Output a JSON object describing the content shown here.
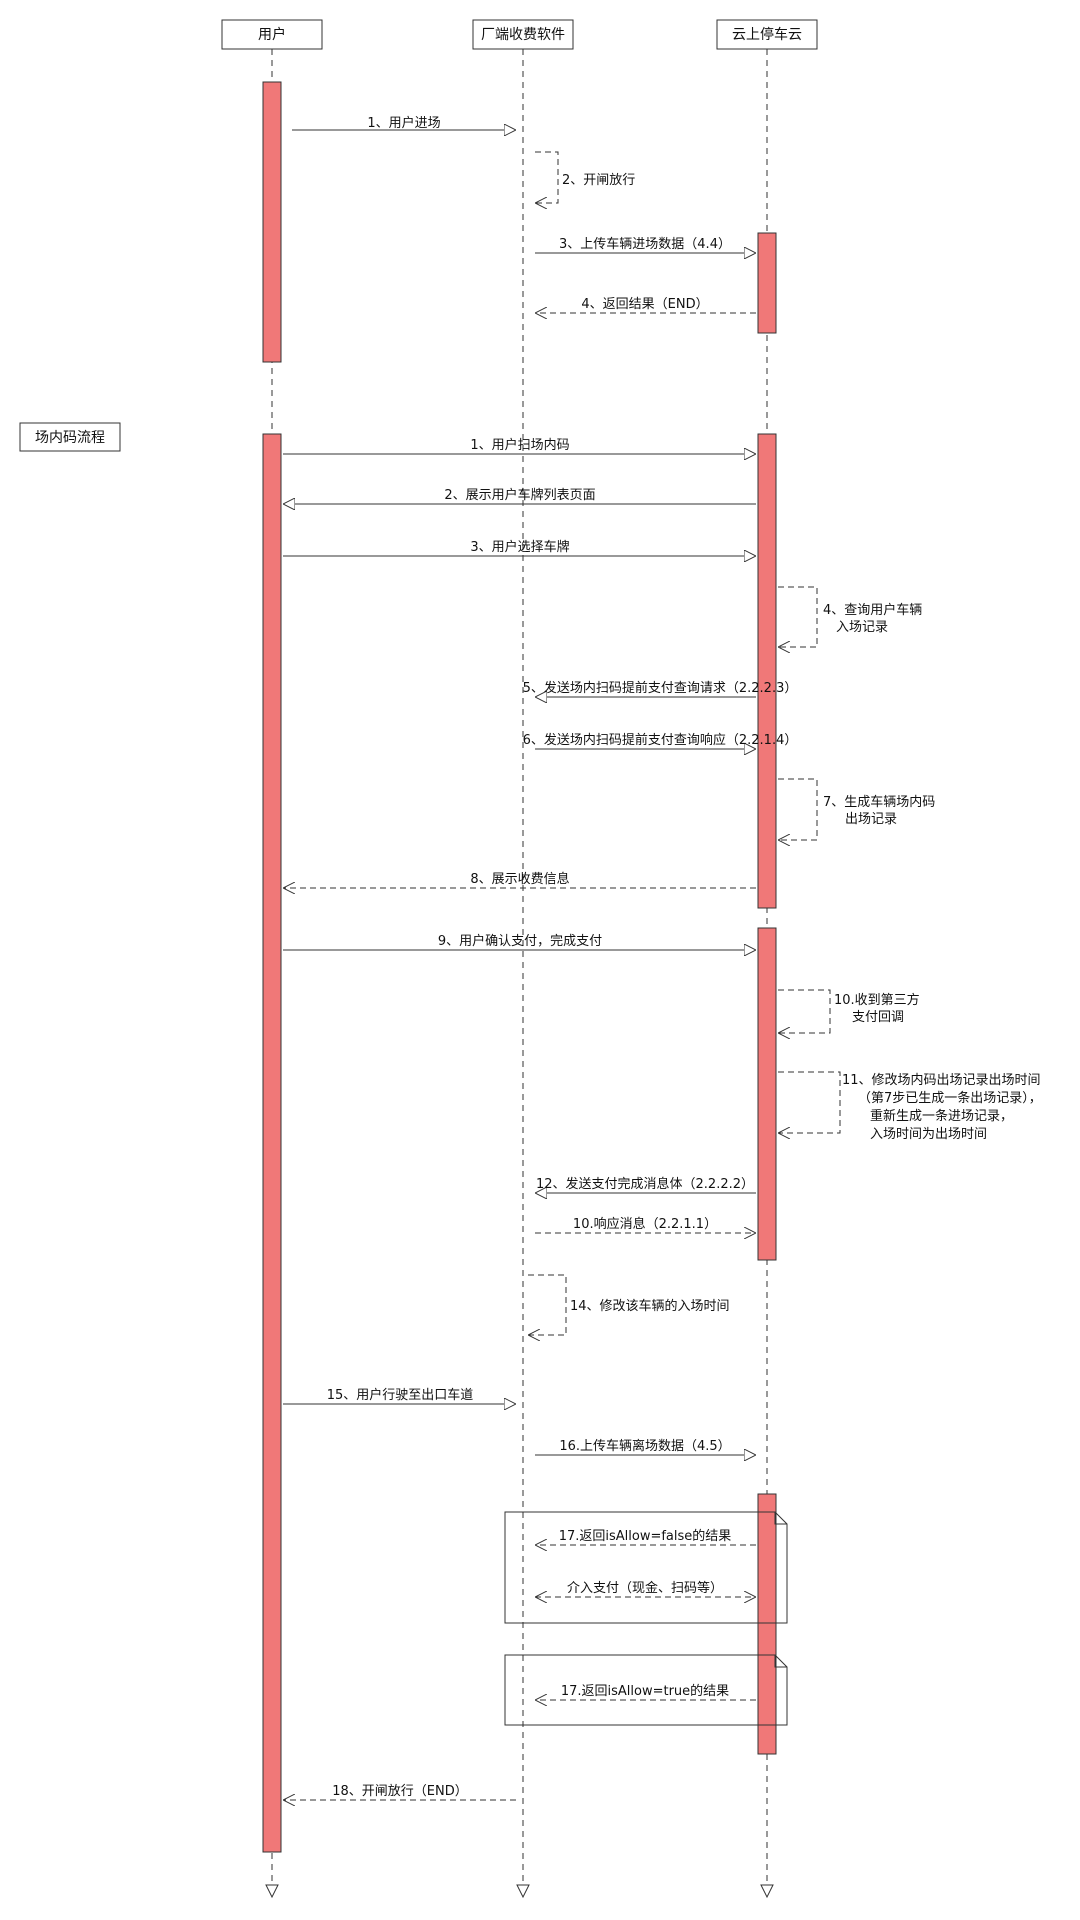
{
  "participants": [
    {
      "id": "user",
      "label": "用户"
    },
    {
      "id": "soft",
      "label": "厂端收费软件"
    },
    {
      "id": "cloud",
      "label": "云上停车云"
    }
  ],
  "section_label": "场内码流程",
  "colors": {
    "activation_fill": "#f07878",
    "line": "#333333"
  },
  "messages": [
    {
      "text": "1、用户进场",
      "from": "user",
      "to": "soft",
      "style": "solid"
    },
    {
      "text": "2、开闸放行",
      "from": "soft",
      "to": "soft",
      "style": "dashed"
    },
    {
      "text": "3、上传车辆进场数据（4.4）",
      "from": "soft",
      "to": "cloud",
      "style": "solid"
    },
    {
      "text": "4、返回结果（END）",
      "from": "cloud",
      "to": "soft",
      "style": "dashed"
    },
    {
      "text": "1、用户扫场内码",
      "from": "user",
      "to": "cloud",
      "style": "solid"
    },
    {
      "text": "2、展示用户车牌列表页面",
      "from": "cloud",
      "to": "user",
      "style": "solid"
    },
    {
      "text": "3、用户选择车牌",
      "from": "user",
      "to": "cloud",
      "style": "solid"
    },
    {
      "text": "4、查询用户车辆入场记录",
      "from": "cloud",
      "to": "cloud",
      "style": "dashed",
      "lines": [
        "4、查询用户车辆",
        "入场记录"
      ]
    },
    {
      "text": "5、发送场内扫码提前支付查询请求（2.2.2.3）",
      "from": "cloud",
      "to": "soft",
      "style": "solid"
    },
    {
      "text": "6、发送场内扫码提前支付查询响应（2.2.1.4）",
      "from": "soft",
      "to": "cloud",
      "style": "solid"
    },
    {
      "text": "7、生成车辆场内码出场记录",
      "from": "cloud",
      "to": "cloud",
      "style": "dashed",
      "lines": [
        "7、生成车辆场内码",
        "出场记录"
      ]
    },
    {
      "text": "8、展示收费信息",
      "from": "cloud",
      "to": "user",
      "style": "dashed"
    },
    {
      "text": "9、用户确认支付，完成支付",
      "from": "user",
      "to": "cloud",
      "style": "solid"
    },
    {
      "text": "10.收到第三方支付回调",
      "from": "cloud",
      "to": "cloud",
      "style": "dashed",
      "lines": [
        "10.收到第三方",
        "支付回调"
      ]
    },
    {
      "text": "11、修改场内码出场记录出场时间（第7步已生成一条出场记录），重新生成一条进场记录，入场时间为出场时间",
      "from": "cloud",
      "to": "cloud",
      "style": "dashed",
      "lines": [
        "11、修改场内码出场记录出场时间",
        "（第7步已生成一条出场记录），",
        "重新生成一条进场记录，",
        "入场时间为出场时间"
      ]
    },
    {
      "text": "12、发送支付完成消息体（2.2.2.2）",
      "from": "cloud",
      "to": "soft",
      "style": "solid"
    },
    {
      "text": "10.响应消息（2.2.1.1）",
      "from": "soft",
      "to": "cloud",
      "style": "dashed"
    },
    {
      "text": "14、修改该车辆的入场时间",
      "from": "soft",
      "to": "soft",
      "style": "dashed"
    },
    {
      "text": "15、用户行驶至出口车道",
      "from": "user",
      "to": "soft",
      "style": "solid"
    },
    {
      "text": "16.上传车辆离场数据（4.5）",
      "from": "soft",
      "to": "cloud",
      "style": "solid"
    },
    {
      "text": "17.返回isAllow=false的结果",
      "from": "cloud",
      "to": "soft",
      "style": "dashed"
    },
    {
      "text": "介入支付（现金、扫码等）",
      "from": "soft",
      "to": "cloud",
      "style": "dashed",
      "bidirectional": true
    },
    {
      "text": "17.返回isAllow=true的结果",
      "from": "cloud",
      "to": "soft",
      "style": "dashed"
    },
    {
      "text": "18、开闸放行（END）",
      "from": "soft",
      "to": "user",
      "style": "dashed"
    }
  ]
}
